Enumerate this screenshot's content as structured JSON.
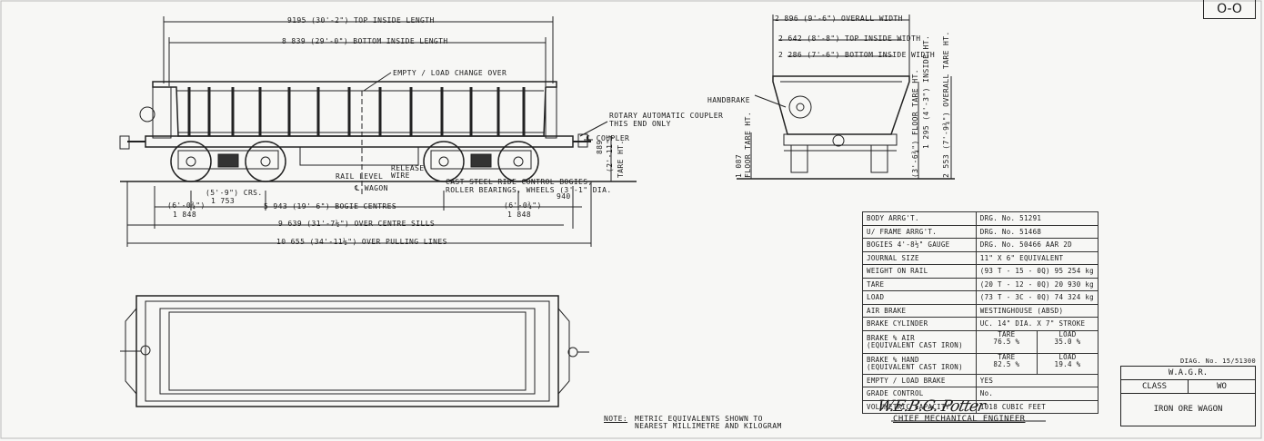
{
  "sheet_no": "O-O",
  "side_view": {
    "dim_top_inside": "9195 (30'-2\") TOP INSIDE LENGTH",
    "dim_bottom_inside": "8 839 (29'-0\") BOTTOM INSIDE LENGTH",
    "empty_load": "EMPTY / LOAD CHANGE OVER",
    "rotary_coupler": "ROTARY AUTOMATIC COUPLER",
    "this_end_only": "THIS END ONLY",
    "coupler": "℄ COUPLER",
    "release_wire_1": "RELEASE",
    "release_wire_2": "WIRE",
    "rail_level": "RAIL LEVEL",
    "wagon_cl": "℄ WAGON",
    "cast_steel_1": "CAST STEEL RIDE CONTROL BOGIES,",
    "cast_steel_2": "ROLLER BEARINGS, WHEELS (3'-1\" DIA.",
    "dim_940": "940",
    "tare_ht_889": "889",
    "tare_ht_ft": "(2'-11\")",
    "tare_ht_label": "TARE HT.",
    "crs": "(5'-9\") CRS.",
    "crs_mm": "1 753",
    "left_end": "(6'-0¾\")",
    "left_end_mm": "1 848",
    "right_end": "(6'-0¾\")",
    "right_end_mm": "1 848",
    "bogie_centres": "5 943 (19'-6\") BOGIE CENTRES",
    "centre_sills": "9 639 (31'-7½\") OVER CENTRE SILLS",
    "pulling_lines": "10 655 (34'-11½\") OVER PULLING LINES"
  },
  "end_view": {
    "overall_width": "2 896 (9'-6\") OVERALL WIDTH",
    "top_inside_width": "2 642 (8'-8\") TOP INSIDE WIDTH",
    "bottom_inside_width": "2 286 (7'-6\") BOTTOM INSIDE WIDTH",
    "handbrake": "HANDBRAKE",
    "floor_tare_mm": "1 087",
    "floor_tare_label": "FLOOR TARE HT.",
    "inside_ht": "1 295 (4'-3\") INSIDE HT.",
    "floor_tare_ft": "(3'-6¾\") FLOOR TARE HT.",
    "overall_tare": "2 553 (7'-9¾\") OVERALL TARE HT."
  },
  "note_label": "NOTE:",
  "note_1": "METRIC EQUIVALENTS SHOWN TO",
  "note_2": "NEAREST MILLIMETRE AND KILOGRAM",
  "spec_table": [
    {
      "label": "BODY ARRG'T.",
      "value": "DRG. No. 51291"
    },
    {
      "label": "U/ FRAME ARRG'T.",
      "value": "DRG. No. 51468"
    },
    {
      "label": "BOGIES 4'-8½\" GAUGE",
      "value": "DRG. No. 50466 AAR   2D"
    },
    {
      "label": "JOURNAL SIZE",
      "value": "11\" X 6\" EQUIVALENT"
    },
    {
      "label": "WEIGHT ON RAIL",
      "value": "(93 T - 15 - 0Q) 95 254 kg"
    },
    {
      "label": "TARE",
      "value": "(20 T - 12 - 0Q) 20 930 kg"
    },
    {
      "label": "LOAD",
      "value": "(73 T - 3C - 0Q) 74 324 kg"
    },
    {
      "label": "AIR BRAKE",
      "value": "WESTINGHOUSE (ABSD)"
    },
    {
      "label": "BRAKE CYLINDER",
      "value": "UC. 14\" DIA. X 7\" STROKE"
    }
  ],
  "brake_air": {
    "label_1": "BRAKE % AIR",
    "label_2": "(EQUIVALENT CAST IRON)",
    "tare_label": "TARE",
    "tare": "76.5 %",
    "load_label": "LOAD",
    "load": "35.0 %"
  },
  "brake_hand": {
    "label_1": "BRAKE % HAND",
    "label_2": "(EQUIVALENT CAST IRON)",
    "tare_label": "TARE",
    "tare": "82.5 %",
    "load_label": "LOAD",
    "load": "19.4 %"
  },
  "spec_table_2": [
    {
      "label": "EMPTY / LOAD BRAKE",
      "value": "YES"
    },
    {
      "label": "GRADE CONTROL",
      "value": "No."
    },
    {
      "label": "VOLUMETRIC CAPACITY",
      "value": "1018 CUBIC FEET"
    }
  ],
  "signature": "W.E.B.G. Potter",
  "signatory": "CHIEF MECHANICAL ENGINEER",
  "diag_no": "DIAG. No. 15/51300",
  "title_block": {
    "railway": "W.A.G.R.",
    "class_label": "CLASS",
    "class_value": "WO",
    "name": "IRON ORE WAGON"
  }
}
